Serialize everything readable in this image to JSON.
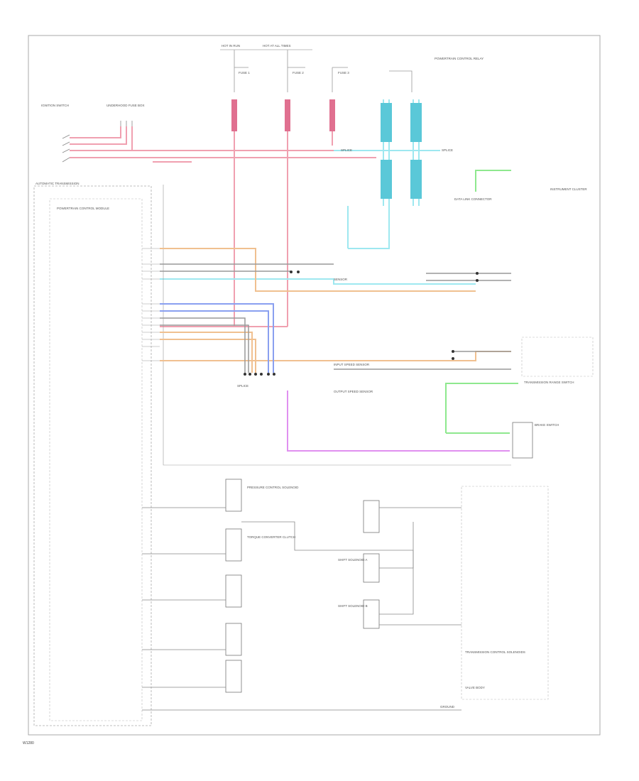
{
  "diagram": {
    "footer_code": "W1280",
    "labels": {
      "hot_run": "HOT IN RUN",
      "hot_always": "HOT AT ALL TIMES",
      "fuse_block": "UNDERHOOD FUSE BOX",
      "ignition_switch": "IGNITION SWITCH",
      "fuse_1": "FUSE 1",
      "fuse_2": "FUSE 2",
      "fuse_3": "FUSE 3",
      "relay": "POWERTRAIN CONTROL RELAY",
      "auto_trans": "AUTOMATIC TRANSMISSION",
      "pcm": "POWERTRAIN CONTROL MODULE",
      "splice_1": "SPLICE",
      "splice_2": "SPLICE",
      "data_link": "DATA LINK CONNECTOR",
      "trans_range": "TRANSMISSION RANGE SWITCH",
      "shift_solenoid_a": "SHIFT SOLENOID A",
      "shift_solenoid_b": "SHIFT SOLENOID B",
      "tcc": "TORQUE CONVERTER CLUTCH",
      "pressure_control": "PRESSURE CONTROL SOLENOID",
      "trans_control": "TRANSMISSION CONTROL SOLENOIDS",
      "valve_body": "VALVE BODY",
      "ground": "GROUND",
      "input_speed": "INPUT SPEED SENSOR",
      "output_speed": "OUTPUT SPEED SENSOR",
      "sensor": "SENSOR",
      "brake_switch": "BRAKE SWITCH",
      "instrument_cluster": "INSTRUMENT CLUSTER"
    },
    "wire_colors": {
      "red": "#f0a0b0",
      "pink": "#f4a8c0",
      "cyan": "#9ee8f0",
      "orange": "#f0c090",
      "blue": "#8aa0f0",
      "green": "#8ee88e",
      "magenta": "#e090f0",
      "gray": "#999999",
      "dark": "#555555"
    }
  }
}
